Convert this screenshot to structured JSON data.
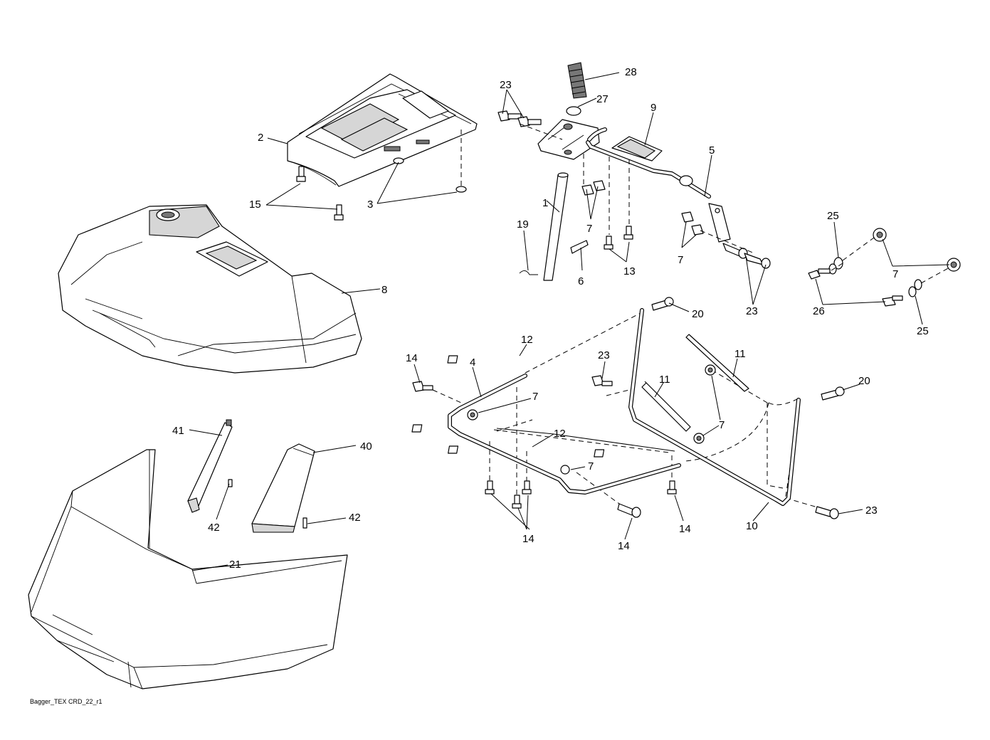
{
  "caption": "Bagger_TEX CRD_22_r1",
  "labels": [
    "28",
    "27",
    "23",
    "9",
    "5",
    "2",
    "15",
    "3",
    "1",
    "7",
    "19",
    "13",
    "7",
    "6",
    "25",
    "7",
    "26",
    "25",
    "23",
    "8",
    "20",
    "12",
    "23",
    "14",
    "4",
    "11",
    "11",
    "20",
    "7",
    "7",
    "12",
    "41",
    "40",
    "7",
    "42",
    "42",
    "14",
    "14",
    "14",
    "10",
    "23",
    "21"
  ]
}
